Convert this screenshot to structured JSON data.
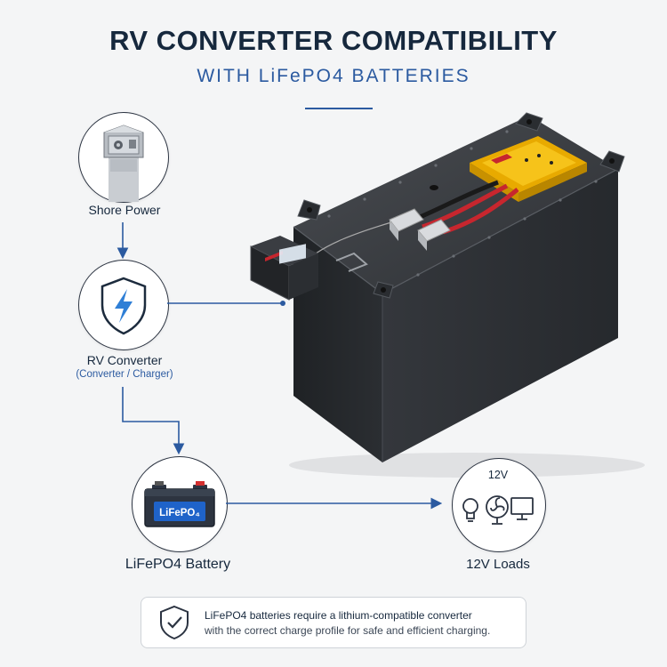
{
  "header": {
    "title": "RV CONVERTER COMPATIBILITY",
    "subtitle": "WITH LiFePO4 BATTERIES"
  },
  "nodes": {
    "shore_power": {
      "label": "Shore Power",
      "icon": "shore-power-pedestal-icon"
    },
    "rv_converter": {
      "label": "RV Converter",
      "sublabel": "(Converter / Charger)",
      "icon": "shield-lightning-icon"
    },
    "battery": {
      "label": "LiFePO4 Battery",
      "badge": "LiFePO₄",
      "icon": "car-battery-icon"
    },
    "loads": {
      "label": "12V Loads",
      "voltage": "12V",
      "icons": [
        "light-bulb-icon",
        "fan-icon",
        "monitor-icon"
      ]
    }
  },
  "note": {
    "icon": "shield-check-icon",
    "line1": "LiFePO4 batteries require a lithium-compatible converter",
    "line2": "with the correct charge profile for safe and efficient charging."
  },
  "colors": {
    "accent": "#2b5aa0",
    "title": "#16283d",
    "battery_body": "#2b2e33",
    "warning_label": "#f0b400",
    "cable_red": "#c7262e"
  }
}
